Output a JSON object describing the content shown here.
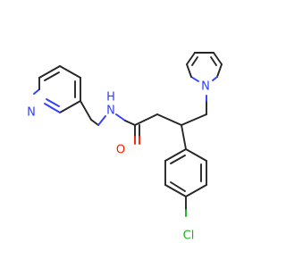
{
  "molecule": {
    "atoms": {
      "pyridine_n": {
        "element": "N",
        "label": "N"
      },
      "amide_nh": {
        "element": "N",
        "label": "N",
        "h_label": "H"
      },
      "carbonyl_o": {
        "element": "O",
        "label": "O"
      },
      "pyrrole_n": {
        "element": "N",
        "label": "N"
      },
      "chlorine": {
        "element": "Cl",
        "label": "Cl"
      }
    },
    "colors": {
      "carbon_bond": "#262626",
      "nitrogen": "#2f40ff",
      "oxygen": "#ff1c00",
      "chlorine": "#1db01d"
    }
  }
}
